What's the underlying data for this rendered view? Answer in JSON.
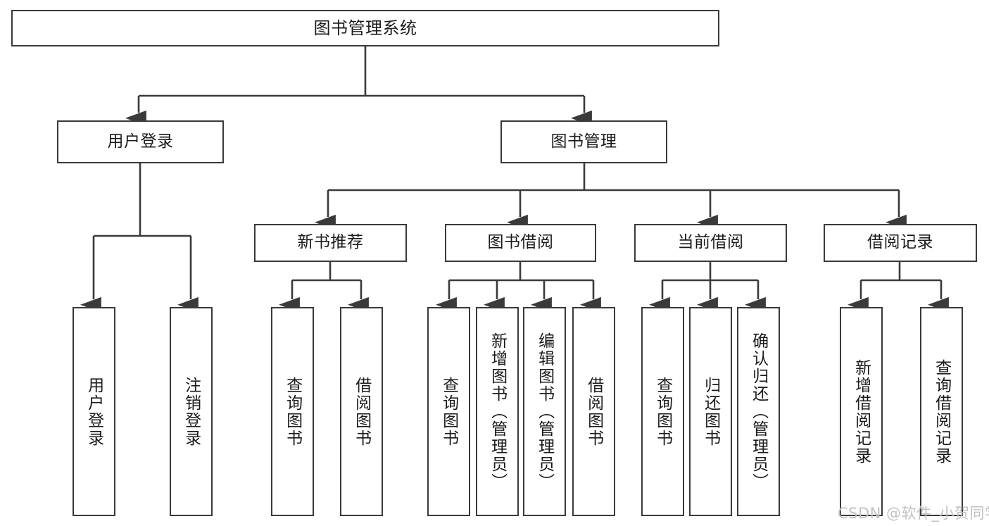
{
  "diagram": {
    "title": "图书管理系统",
    "type": "tree-hierarchy-diagram",
    "colors": {
      "box_border": "#3a3a3a",
      "box_fill": "#ffffff",
      "line": "#3a3a3a",
      "text": "#1b1b1b",
      "watermark": "#c2c2c2",
      "background": "#ffffff"
    },
    "nodes": {
      "root": {
        "label": "图书管理系统"
      },
      "level2": [
        {
          "label": "用户登录"
        },
        {
          "label": "图书管理"
        }
      ],
      "level3": [
        {
          "label": "新书推荐"
        },
        {
          "label": "图书借阅"
        },
        {
          "label": "当前借阅"
        },
        {
          "label": "借阅记录"
        }
      ],
      "leaves_user_login": [
        {
          "label": "用户登录"
        },
        {
          "label": "注销登录"
        }
      ],
      "leaves_new_book": [
        {
          "label": "查询图书"
        },
        {
          "label": "借阅图书"
        }
      ],
      "leaves_borrow": [
        {
          "label": "查询图书"
        },
        {
          "label": "新增图书（管理员）"
        },
        {
          "label": "编辑图书（管理员）"
        },
        {
          "label": "借阅图书"
        }
      ],
      "leaves_current": [
        {
          "label": "查询图书"
        },
        {
          "label": "归还图书"
        },
        {
          "label": "确认归还（管理员）"
        }
      ],
      "leaves_records": [
        {
          "label": "新增借阅记录"
        },
        {
          "label": "查询借阅记录"
        }
      ]
    },
    "watermark": "CSDN @软件_小贺同学"
  }
}
